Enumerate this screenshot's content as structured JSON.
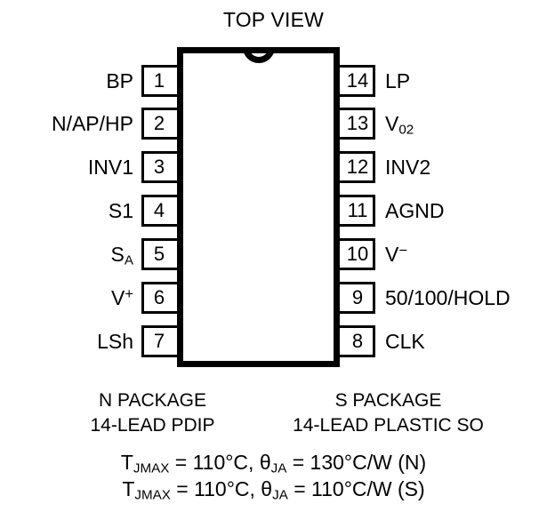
{
  "diagram": {
    "title": "TOP VIEW",
    "body": {
      "notch_icon": "semicircle-notch-icon",
      "orientation": "top-view"
    },
    "pins_left": [
      {
        "number": "1",
        "label": "BP",
        "label_html": "BP"
      },
      {
        "number": "2",
        "label": "N/AP/HP",
        "label_html": "N/AP/HP"
      },
      {
        "number": "3",
        "label": "INV1",
        "label_html": "INV1"
      },
      {
        "number": "4",
        "label": "S1",
        "label_html": "S1"
      },
      {
        "number": "5",
        "label": "SA",
        "label_html": "S<sub>A</sub>"
      },
      {
        "number": "6",
        "label": "V+",
        "label_html": "V<sup>+</sup>"
      },
      {
        "number": "7",
        "label": "LSh",
        "label_html": "LSh"
      }
    ],
    "pins_right": [
      {
        "number": "14",
        "label": "LP",
        "label_html": "LP"
      },
      {
        "number": "13",
        "label": "V02",
        "label_html": "V<sub>02</sub>"
      },
      {
        "number": "12",
        "label": "INV2",
        "label_html": "INV2"
      },
      {
        "number": "11",
        "label": "AGND",
        "label_html": "AGND"
      },
      {
        "number": "10",
        "label": "V−",
        "label_html": "V<sup>−</sup>"
      },
      {
        "number": "9",
        "label": "50/100/HOLD",
        "label_html": "50/100/HOLD"
      },
      {
        "number": "8",
        "label": "CLK",
        "label_html": "CLK"
      }
    ],
    "packages": [
      {
        "name": "N PACKAGE",
        "description": "14-LEAD PDIP"
      },
      {
        "name": "S PACKAGE",
        "description": "14-LEAD PLASTIC SO"
      }
    ],
    "thermal_specs": [
      {
        "text": "TJMAX = 110°C, θJA = 130°C/W (N)",
        "html": "T<sub>JMAX</sub> = 110°C, θ<sub>JA</sub> = 130°C/W (N)"
      },
      {
        "text": "TJMAX = 110°C, θJA = 110°C/W (S)",
        "html": "T<sub>JMAX</sub> = 110°C, θ<sub>JA</sub> = 110°C/W (S)"
      }
    ],
    "colors": {
      "ink": "#000000",
      "background": "#ffffff"
    }
  }
}
